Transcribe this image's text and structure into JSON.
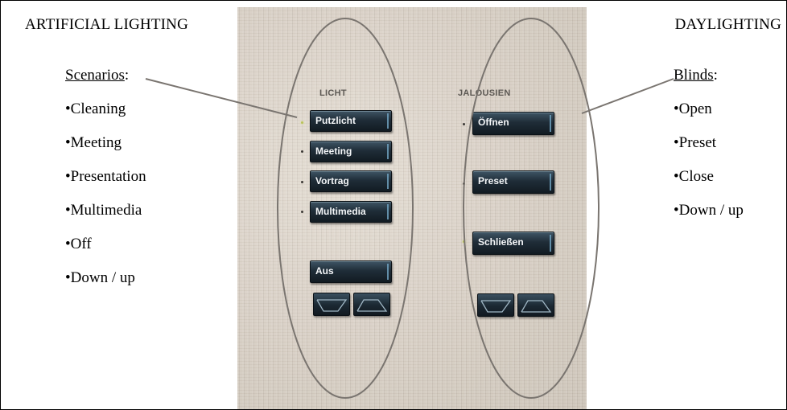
{
  "left": {
    "heading": "ARTIFICIAL LIGHTING",
    "caption": "Scenarios",
    "caption_suffix": ":",
    "items": [
      "•Cleaning",
      "•Meeting",
      "•Presentation",
      "•Multimedia",
      "•Off",
      "•Down / up"
    ]
  },
  "right": {
    "heading": "DAYLIGHTING",
    "caption": "Blinds",
    "caption_suffix": ":",
    "items": [
      "•Open",
      "•Preset",
      "•Close",
      "•Down / up"
    ]
  },
  "panel": {
    "licht": {
      "label": "LICHT",
      "buttons": [
        "Putzlicht",
        "Meeting",
        "Vortrag",
        "Multimedia"
      ],
      "off_button": "Aus",
      "down_icon": "down-arrow-icon",
      "up_icon": "up-arrow-icon"
    },
    "jalousien": {
      "label": "JALOUSIEN",
      "buttons": [
        "Öffnen",
        "Preset",
        "Schließen"
      ],
      "down_icon": "down-arrow-icon",
      "up_icon": "up-arrow-icon"
    }
  },
  "colors": {
    "panel_bg": "#d8d0c5",
    "button_face": "#1f2d38",
    "button_text": "#f4f6f8",
    "indicator_lit": "#b8c25a",
    "ellipse_stroke": "#7a7570"
  }
}
